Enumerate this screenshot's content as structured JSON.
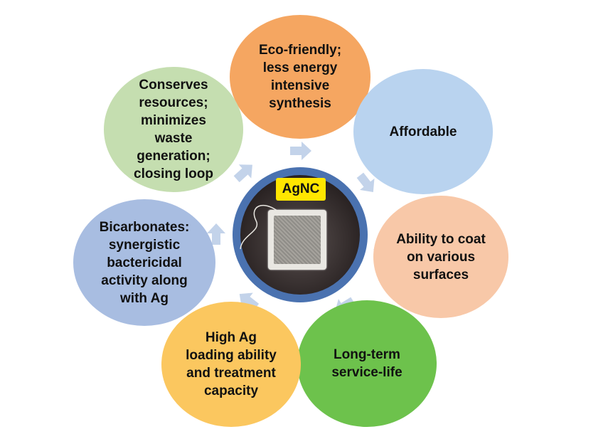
{
  "center": {
    "label": "AgNC"
  },
  "benefits": [
    {
      "id": "eco-friendly",
      "text": "Eco-friendly;\nless energy\nintensive\nsynthesis",
      "color": "#f5a661"
    },
    {
      "id": "affordable",
      "text": "Affordable",
      "color": "#b9d3ef"
    },
    {
      "id": "coat-surfaces",
      "text": "Ability to coat\non various\nsurfaces",
      "color": "#f8c8a8"
    },
    {
      "id": "service-life",
      "text": "Long-term\nservice-life",
      "color": "#6dc24c"
    },
    {
      "id": "high-ag-loading",
      "text": "High Ag\nloading ability\nand treatment\ncapacity",
      "color": "#fbc75f"
    },
    {
      "id": "bicarbonates",
      "text": "Bicarbonates:\nsynergistic\nbactericidal\nactivity along\nwith Ag",
      "color": "#a8bde1"
    },
    {
      "id": "conserves-resources",
      "text": "Conserves\nresources;\nminimizes\nwaste\ngeneration;\nclosing loop",
      "color": "#c5deb0"
    }
  ],
  "arrow_color": "#c3d3ea"
}
